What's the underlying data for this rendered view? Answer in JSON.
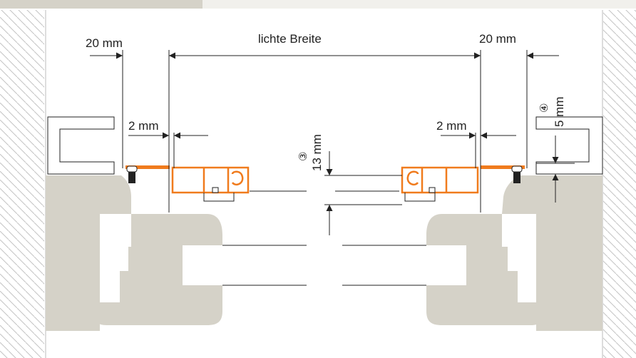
{
  "colors": {
    "accent": "#f07b1d",
    "wall_gray": "#d5d2c8",
    "top_bar": "#eceae4",
    "hatch_stroke": "#c8c8c8",
    "line": "#222222"
  },
  "labels": {
    "dim_left_20": "20 mm",
    "dim_lichte_breite": "lichte Breite",
    "dim_right_20": "20 mm",
    "dim_left_2": "2 mm",
    "dim_right_2": "2 mm",
    "marker_3": "③",
    "dim_13": "13 mm",
    "marker_4": "④",
    "dim_5": "5 mm"
  }
}
